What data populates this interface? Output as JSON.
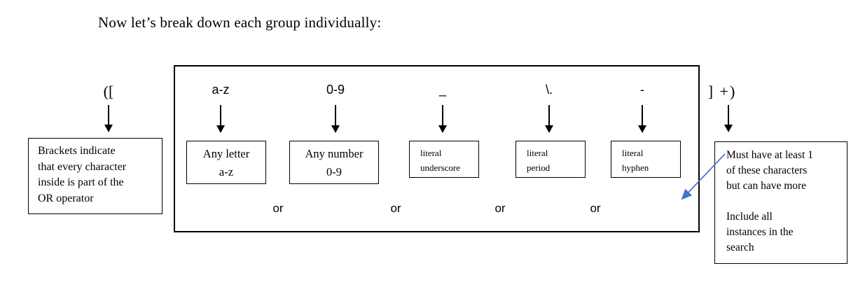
{
  "title": "Now let’s break down each group individually:",
  "left_annotation": {
    "symbol": "([",
    "lines": [
      "Brackets indicate",
      "that every character",
      "inside is part of the",
      "OR operator"
    ]
  },
  "group_box": {
    "columns": [
      {
        "symbol": "a-z",
        "line1": "Any letter",
        "line2": "a-z"
      },
      {
        "symbol": "0-9",
        "line1": "Any number",
        "line2": "0-9"
      },
      {
        "symbol": "_",
        "line1": "literal",
        "line2": "underscore"
      },
      {
        "symbol": "\\.",
        "line1": "literal",
        "line2": "period"
      },
      {
        "symbol": "-",
        "line1": "literal",
        "line2": "hyphen"
      }
    ],
    "or_labels": [
      "or",
      "or",
      "or",
      "or"
    ]
  },
  "right_annotation": {
    "symbol": "] +)",
    "paragraph1": [
      "Must have at least 1",
      "of these characters",
      "but can have more"
    ],
    "paragraph2": [
      "Include all",
      "instances in the",
      "search"
    ]
  },
  "colors": {
    "blue_arrow": "#4472C4",
    "line": "#000000"
  }
}
